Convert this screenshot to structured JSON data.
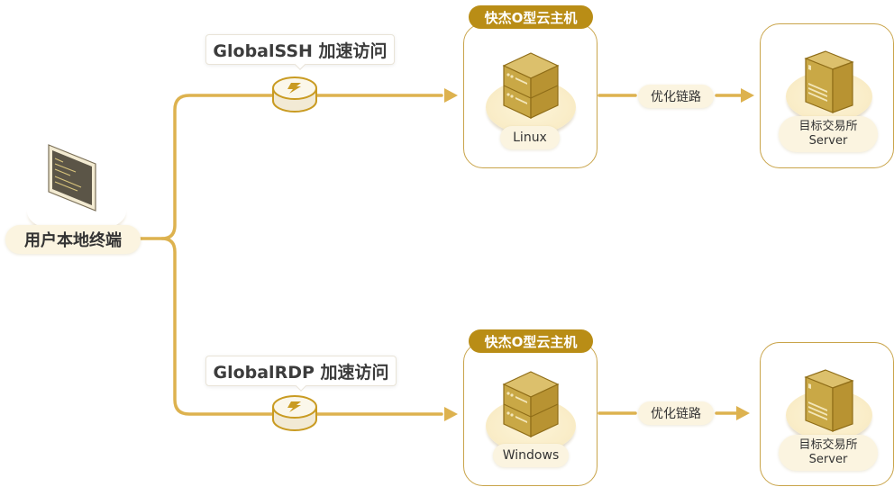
{
  "colors": {
    "line": "#ddb24f",
    "card_border": "#c9a44a",
    "tag_bg": "#b98d16",
    "pill_bg": "#fbf4e0"
  },
  "terminal": {
    "label": "用户本地终端",
    "icon": "terminal-screen-icon"
  },
  "routes": [
    {
      "access_label": "GlobalSSH 加速访问",
      "accelerator_icon": "lightning-node-icon",
      "host": {
        "tag": "快杰O型云主机",
        "os_label": "Linux",
        "icon": "server-stack-icon"
      },
      "link_label": "优化链路",
      "target": {
        "line1": "目标交易所",
        "line2": "Server",
        "icon": "tower-server-icon"
      }
    },
    {
      "access_label": "GlobalRDP 加速访问",
      "accelerator_icon": "lightning-node-icon",
      "host": {
        "tag": "快杰O型云主机",
        "os_label": "Windows",
        "icon": "server-stack-icon"
      },
      "link_label": "优化链路",
      "target": {
        "line1": "目标交易所",
        "line2": "Server",
        "icon": "tower-server-icon"
      }
    }
  ]
}
